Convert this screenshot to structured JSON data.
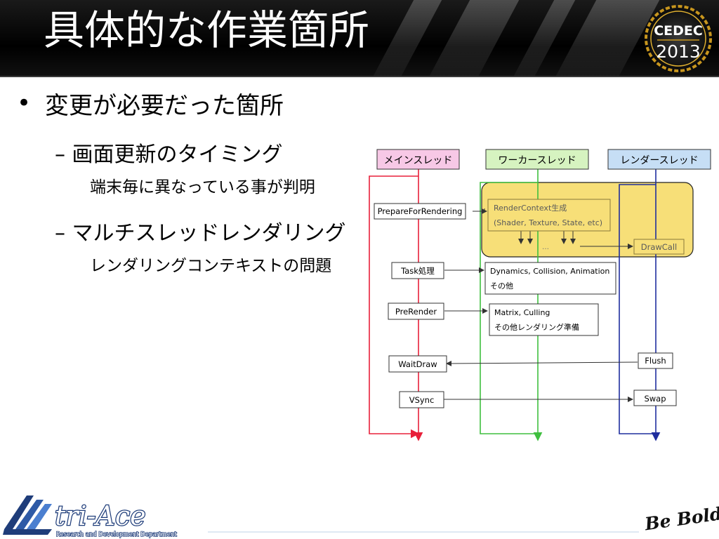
{
  "slide": {
    "title": "具体的な作業箇所",
    "bullet": "変更が必要だった箇所",
    "subitems": [
      {
        "dash": "–",
        "heading": "画面更新のタイミング",
        "detail": "端末毎に異なっている事が判明"
      },
      {
        "dash": "–",
        "heading": "マルチスレッドレンダリング",
        "detail": "レンダリングコンテキストの問題"
      }
    ]
  },
  "header_logo": {
    "brand": "CEDEC",
    "year": "2013"
  },
  "diagram": {
    "threads": [
      {
        "label": "メインスレッド",
        "color": "#e8203a",
        "fill": "#f7c8e6"
      },
      {
        "label": "ワーカースレッド",
        "color": "#3fbf3f",
        "fill": "#d6f3c0"
      },
      {
        "label": "レンダースレッド",
        "color": "#1f2e9e",
        "fill": "#c6def5"
      }
    ],
    "highlight_color": "#f7df78",
    "main_steps": [
      "PrepareForRendering",
      "Task処理",
      "PreRender",
      "WaitDraw",
      "VSync"
    ],
    "worker_boxes": [
      {
        "lines": [
          "RenderContext生成",
          "(Shader, Texture, State, etc)"
        ]
      },
      {
        "lines": [
          "Dynamics, Collision, Animation",
          "その他"
        ]
      },
      {
        "lines": [
          "Matrix, Culling",
          "その他レンダリング準備"
        ]
      }
    ],
    "ellipsis": "…",
    "render_steps": [
      "DrawCall",
      "Flush",
      "Swap"
    ]
  },
  "footer": {
    "brand": "tri-Ace",
    "department": "Research and Development Department",
    "slogan": "Be Bold!"
  }
}
